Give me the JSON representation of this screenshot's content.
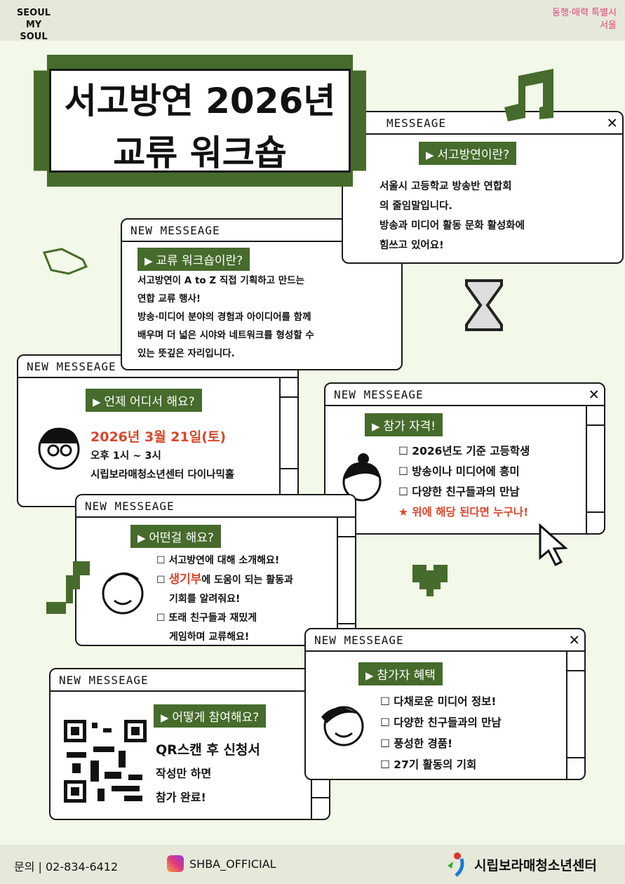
{
  "header": {
    "logo_left": "SEOUL MY SOUL",
    "logo_right": "동행·매력 특별시 서울"
  },
  "title": {
    "line1": "서고방연 2026년",
    "line2": "교류 워크숍"
  },
  "windows": {
    "about": {
      "header": "MESSEAGE",
      "label": "서고방연이란?",
      "lines": [
        "서울시 고등학교 방송반 연합회",
        "의 줄임말입니다.",
        "방송과 미디어 활동 문화 활성화에",
        "힘쓰고 있어요!"
      ]
    },
    "workshop": {
      "header": "NEW MESSEAGE",
      "label": "교류 워크숍이란?",
      "lines": [
        "서고방연이 A to Z 직접 기획하고 만드는",
        "연합 교류 행사!",
        "방송·미디어 분야의 경험과 아이디어를 함께",
        "배우며 더 넓은 시야와 네트워크를 형성할 수",
        "있는 뜻깊은 자리입니다."
      ]
    },
    "when": {
      "header": "NEW MESSEAGE",
      "label": "언제 어디서 해요?",
      "date": "2026년 3월 21일(토)",
      "time": "오후 1시 ~ 3시",
      "place": "시립보라매청소년센터 다이나믹홀"
    },
    "eligibility": {
      "header": "NEW MESSEAGE",
      "label": "참가 자격!",
      "items": [
        "2026년도 기준 고등학생",
        "방송이나 미디어에 흥미",
        "다양한 친구들과의 만남"
      ],
      "highlight": "★ 위에 해당 된다면 누구나!"
    },
    "what": {
      "header": "NEW MESSEAGE",
      "label": "어떤걸 해요?",
      "item1": "서고방연에 대해 소개해요!",
      "item2_red": "생기부",
      "item2_rest": "에 도움이 되는 활동과",
      "item2_line2": "기회를 알려줘요!",
      "item3": "또래 친구들과 재밌게",
      "item3_line2": "게임하며 교류해요!"
    },
    "benefits": {
      "header": "NEW MESSEAGE",
      "label": "참가자 혜택",
      "items": [
        "다채로운 미디어 정보!",
        "다양한 친구들과의 만남",
        "풍성한 경품!",
        "27기 활동의 기회"
      ]
    },
    "how": {
      "header": "NEW MESSEAGE",
      "label": "어떻게 참여해요?",
      "line1": "QR스캔 후 신청서",
      "line2": "작성만 하면",
      "line3": "참가 완료!"
    }
  },
  "footer": {
    "contact": "문의 | 02-834-6412",
    "instagram": "SHBA_OFFICIAL",
    "org": "시립보라매청소년센터"
  },
  "colors": {
    "green": "#466b2c",
    "red": "#d9462b",
    "bg": "#f3f9e8",
    "bar": "#e6e8da"
  }
}
